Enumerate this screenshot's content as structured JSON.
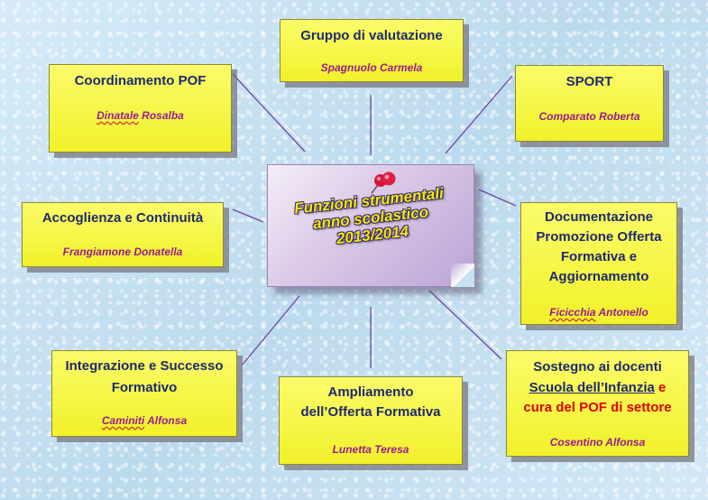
{
  "center": {
    "line1": "Funzioni strumentali",
    "line2": "anno scolastico",
    "line3": "2013/2014"
  },
  "boxes": {
    "gruppo": {
      "title": "Gruppo di valutazione",
      "name": "Spagnuolo Carmela"
    },
    "coordinamento": {
      "title": "Coordinamento POF",
      "name_first": "Dinatale",
      "name_last": " Rosalba"
    },
    "sport": {
      "title": "SPORT",
      "name": "Comparato Roberta"
    },
    "accoglienza": {
      "title": "Accoglienza e Continuità",
      "name": "Frangiamone Donatella"
    },
    "documentazione": {
      "title1": "Documentazione",
      "title2": "Promozione Offerta",
      "title3": "Formativa e",
      "title4": "Aggiornamento",
      "name_first": "Ficicchia",
      "name_last": " Antonello"
    },
    "integrazione": {
      "title1": "Integrazione e Successo",
      "title2": "Formativo",
      "name_first": "Caminiti",
      "name_last": " Alfonsa"
    },
    "ampliamento": {
      "title1": "Ampliamento",
      "title2": "dell’Offerta Formativa",
      "name": "Lunetta Teresa"
    },
    "sostegno": {
      "title1": "Sostegno ai docenti",
      "title2a": "Scuola dell’Infanzia",
      "title2b": " e",
      "title3": "cura del  POF di settore",
      "name": "Cosentino Alfonsa"
    }
  },
  "colors": {
    "box_fill": "#f3f32e",
    "title_text": "#1f2a6e",
    "name_text": "#9b1c8c",
    "highlight_red": "#e00000",
    "connector": "#6b4aa0"
  },
  "icons": {
    "center_pin": "push-pin-icon"
  }
}
